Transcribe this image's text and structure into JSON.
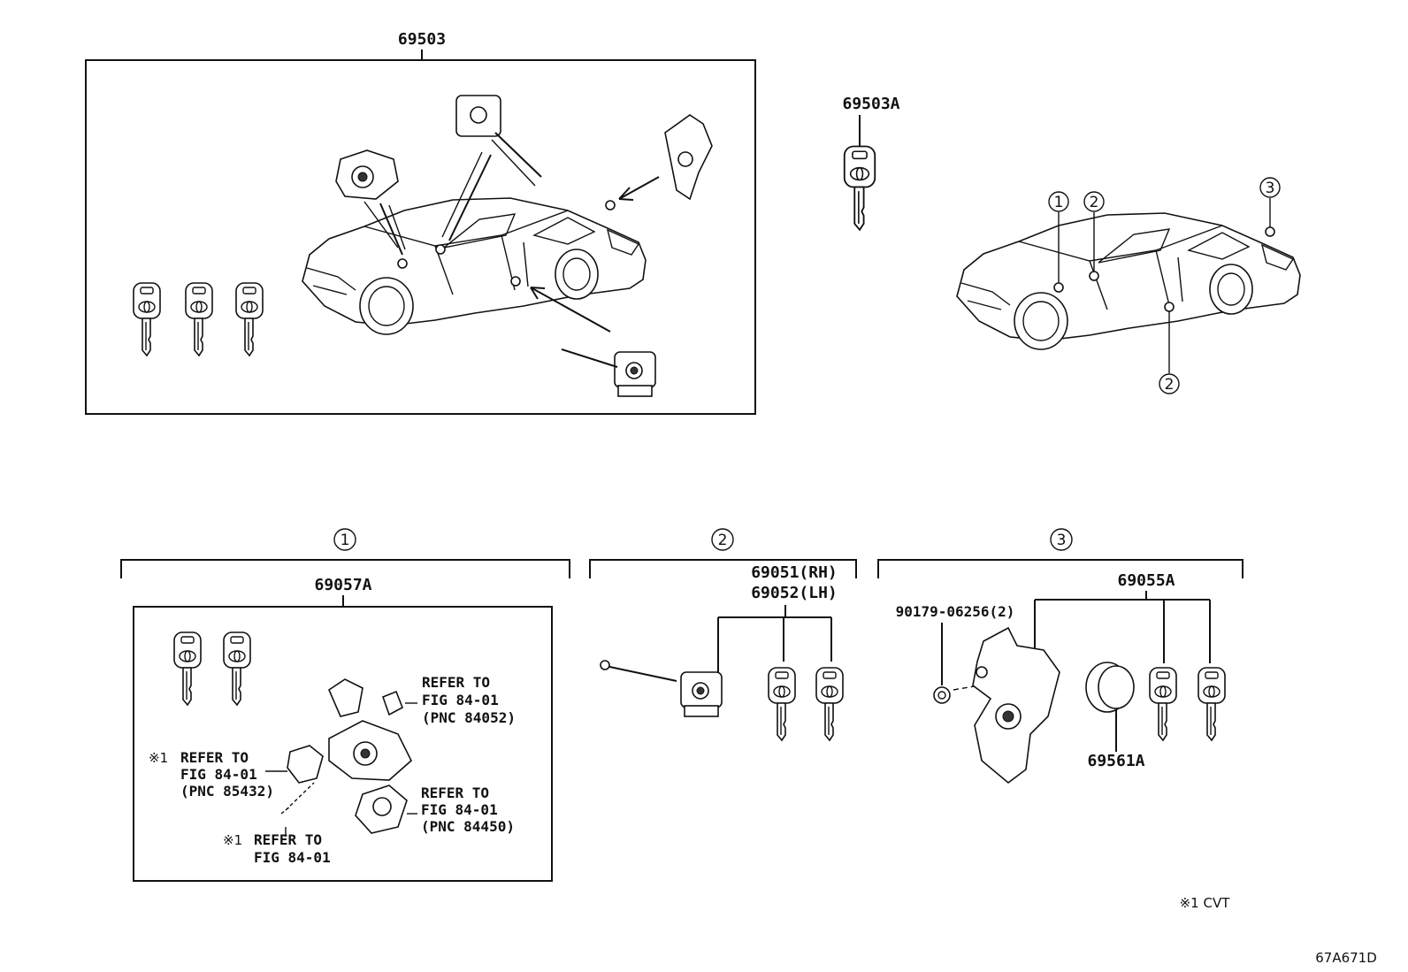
{
  "top_left": {
    "assembly_number": "69503"
  },
  "top_right": {
    "key_number": "69503A",
    "callouts": [
      "1",
      "2",
      "2",
      "3"
    ]
  },
  "section_1": {
    "number": "1",
    "assembly_number": "69057A",
    "refs": [
      {
        "prefix": "",
        "lines": [
          "REFER TO",
          "FIG 84-01",
          "(PNC 84052)"
        ]
      },
      {
        "prefix": "※1",
        "lines": [
          "REFER TO",
          "FIG 84-01",
          "(PNC 85432)"
        ]
      },
      {
        "prefix": "",
        "lines": [
          "REFER TO",
          "FIG 84-01",
          "(PNC 84450)"
        ]
      },
      {
        "prefix": "※1",
        "lines": [
          "REFER TO",
          "FIG 84-01"
        ]
      }
    ]
  },
  "section_2": {
    "number": "2",
    "part_rh": "69051(RH)",
    "part_lh": "69052(LH)"
  },
  "section_3": {
    "number": "3",
    "assembly_number": "69055A",
    "bolt": "90179-06256(2)",
    "cylinder": "69561A"
  },
  "footnote": "※1 CVT",
  "figure_code": "67A671D"
}
